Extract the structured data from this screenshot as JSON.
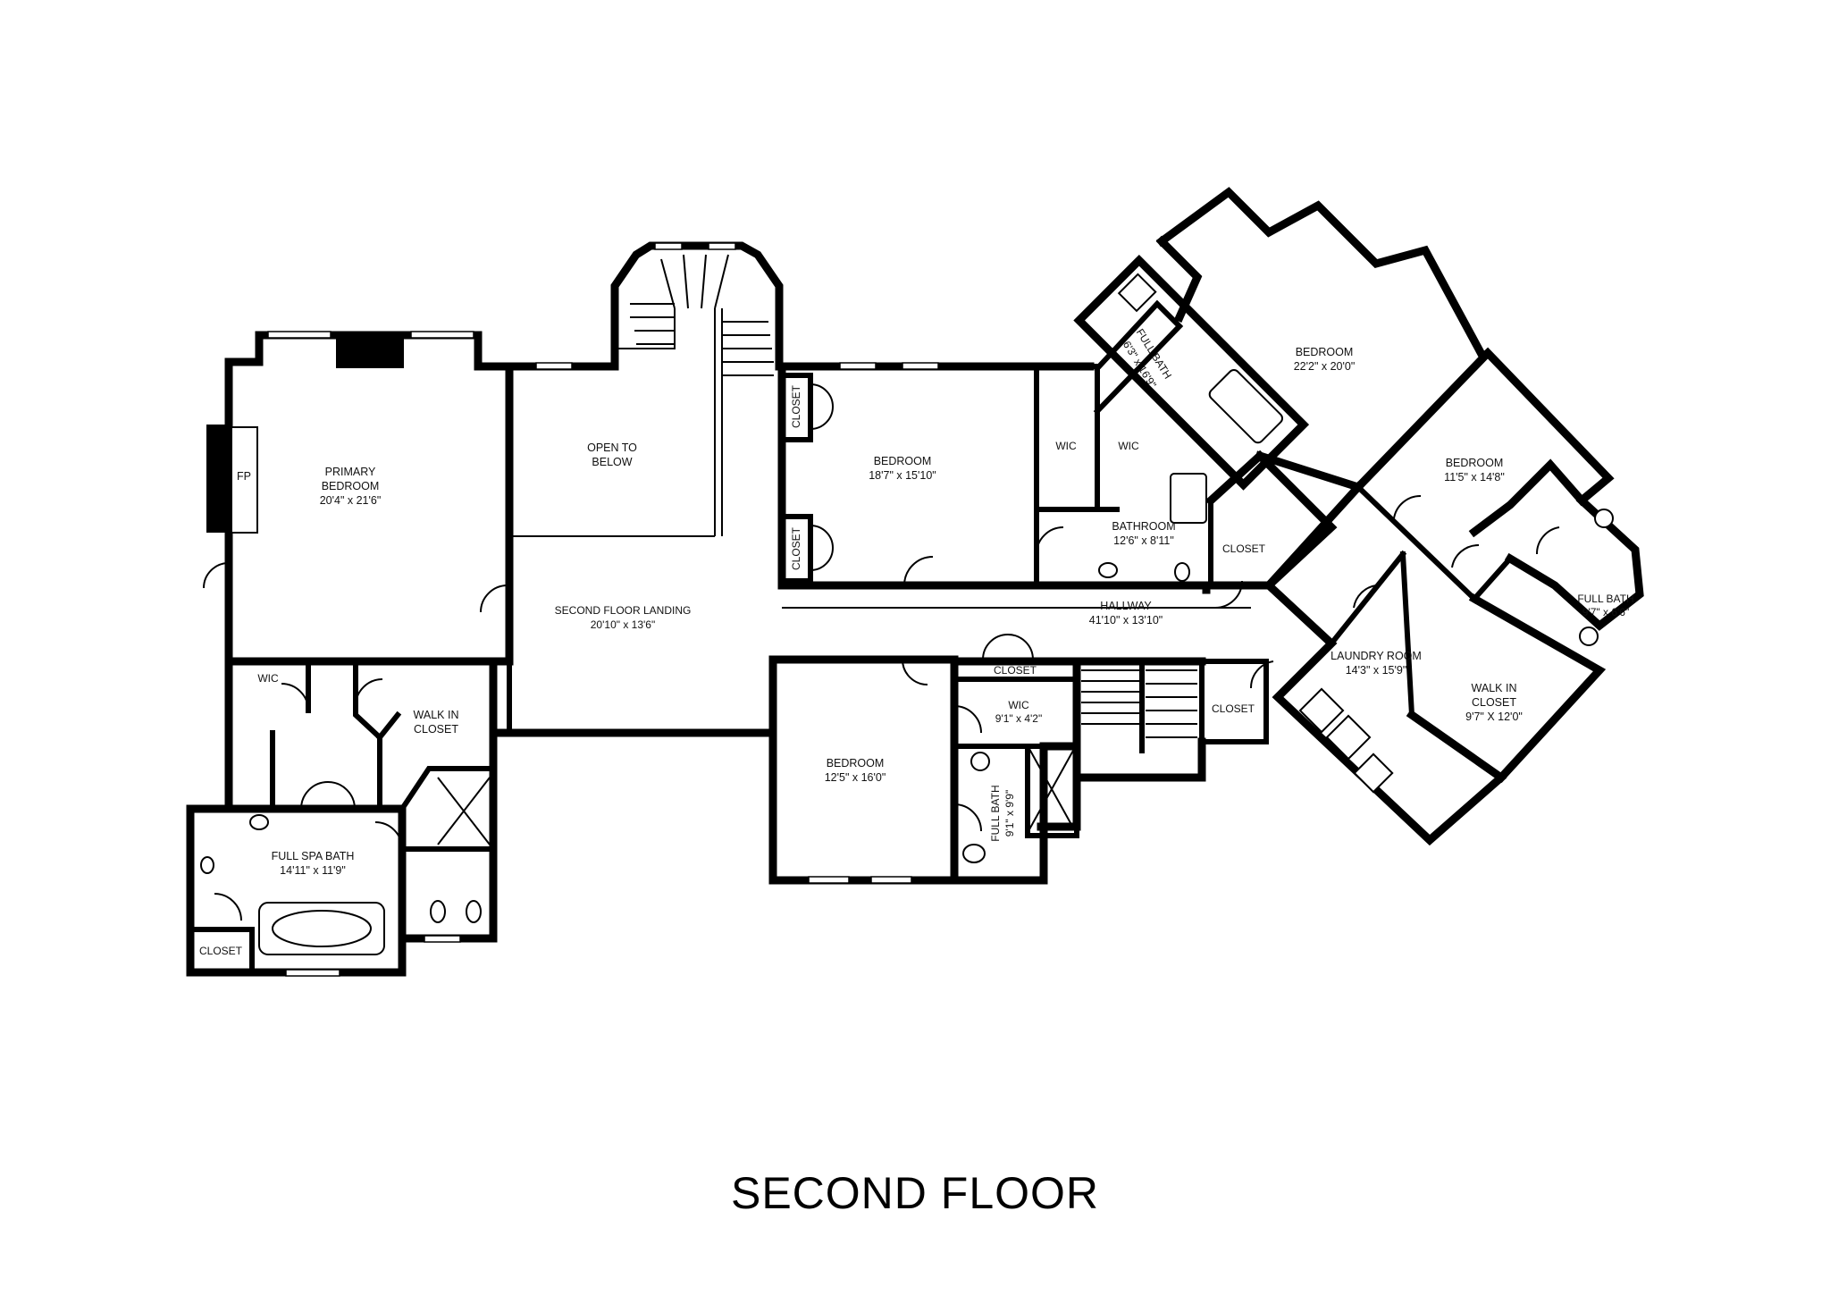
{
  "floor_title": "SECOND FLOOR",
  "rooms": {
    "primary_bedroom": {
      "name_line1": "PRIMARY",
      "name_line2": "BEDROOM",
      "dims": "20'4\" x 21'6\""
    },
    "fireplace": {
      "name": "FP"
    },
    "open_to_below": {
      "name_line1": "OPEN TO",
      "name_line2": "BELOW"
    },
    "landing": {
      "name": "SECOND FLOOR LANDING",
      "dims": "20'10\" x 13'6\""
    },
    "hallway": {
      "name": "HALLWAY",
      "dims": "41'10\" x 13'10\""
    },
    "bedroom_a": {
      "name": "BEDROOM",
      "dims": "18'7\" x 15'10\""
    },
    "closet_a1": {
      "name": "CLOSET"
    },
    "closet_a2": {
      "name": "CLOSET"
    },
    "wic_a": {
      "name": "WIC"
    },
    "wic_b": {
      "name": "WIC"
    },
    "bathroom": {
      "name": "BATHROOM",
      "dims": "12'6\" x 8'11\""
    },
    "closet_b": {
      "name": "CLOSET"
    },
    "full_bath_a": {
      "name": "FULL BATH",
      "dims": "6'3\" x 16'9\""
    },
    "bedroom_b": {
      "name": "BEDROOM",
      "dims": "22'2\" x 20'0\""
    },
    "bedroom_c": {
      "name": "BEDROOM",
      "dims": "11'5\" x 14'8\""
    },
    "full_bath_b": {
      "name": "FULL BATH",
      "dims": "9'7\" x 6'6\""
    },
    "laundry": {
      "name": "LAUNDRY ROOM",
      "dims": "14'3\" x 15'9\""
    },
    "walk_in_closet_b": {
      "name_line1": "WALK IN",
      "name_line2": "CLOSET",
      "dims": "9'7\" X 12'0\""
    },
    "closet_c": {
      "name": "CLOSET"
    },
    "closet_d": {
      "name": "CLOSET"
    },
    "wic_c": {
      "name": "WIC",
      "dims": "9'1\" x 4'2\""
    },
    "full_bath_c": {
      "name": "FULL BATH",
      "dims": "9'1\" x 9'9\""
    },
    "bedroom_d": {
      "name": "BEDROOM",
      "dims": "12'5\" x 16'0\""
    },
    "wic_primary": {
      "name": "WIC"
    },
    "walk_in_closet_a": {
      "name_line1": "WALK IN",
      "name_line2": "CLOSET"
    },
    "spa_bath": {
      "name": "FULL SPA BATH",
      "dims": "14'11\" x 11'9\""
    },
    "closet_e": {
      "name": "CLOSET"
    }
  }
}
